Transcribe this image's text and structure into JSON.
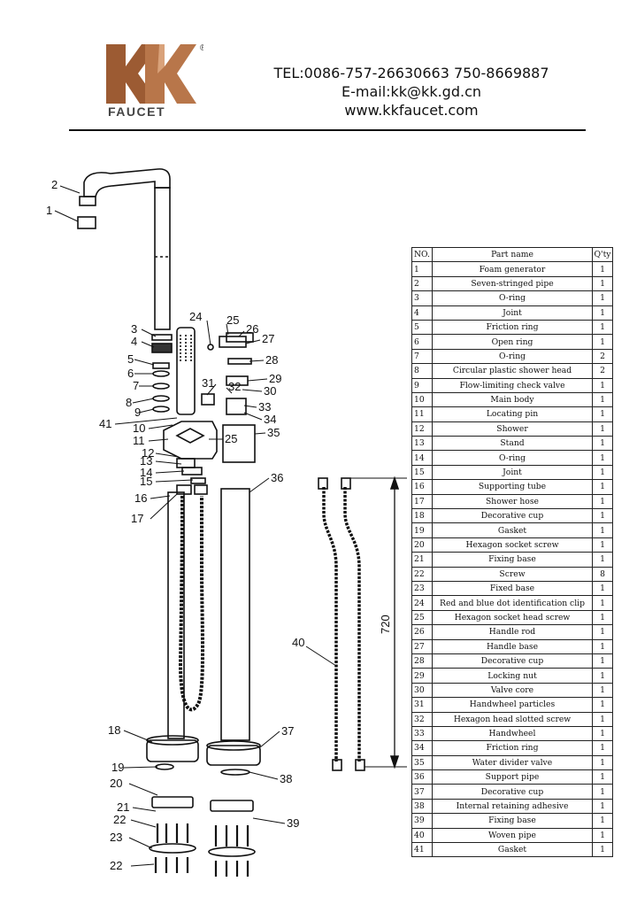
{
  "header": {
    "logo_text": "KK",
    "logo_registered": "®",
    "logo_word": "FAUCET",
    "tel": "TEL:0086-757-26630663 750-8669887",
    "email": "E-mail:kk@kk.gd.cn",
    "web": "www.kkfaucet.com"
  },
  "colors": {
    "logo_bronze": "#9c5b33",
    "logo_light": "#c98a5e",
    "ink": "#111111"
  },
  "drawing": {
    "callouts": [
      "1",
      "2",
      "3",
      "4",
      "5",
      "6",
      "7",
      "8",
      "9",
      "10",
      "11",
      "12",
      "13",
      "14",
      "15",
      "16",
      "17",
      "18",
      "19",
      "20",
      "21",
      "22",
      "23",
      "22",
      "24",
      "25",
      "26",
      "27",
      "28",
      "29",
      "30",
      "31",
      "32",
      "33",
      "34",
      "35",
      "25",
      "36",
      "37",
      "38",
      "39",
      "40",
      "41"
    ],
    "dimension": "720"
  },
  "table": {
    "headers": [
      "NO.",
      "Part name",
      "Q'ty"
    ],
    "rows": [
      [
        "1",
        "Foam generator",
        "1"
      ],
      [
        "2",
        "Seven-stringed pipe",
        "1"
      ],
      [
        "3",
        "O-ring",
        "1"
      ],
      [
        "4",
        "Joint",
        "1"
      ],
      [
        "5",
        "Friction ring",
        "1"
      ],
      [
        "6",
        "Open ring",
        "1"
      ],
      [
        "7",
        "O-ring",
        "2"
      ],
      [
        "8",
        "Circular plastic shower head",
        "2"
      ],
      [
        "9",
        "Flow-limiting check valve",
        "1"
      ],
      [
        "10",
        "Main body",
        "1"
      ],
      [
        "11",
        "Locating pin",
        "1"
      ],
      [
        "12",
        "Shower",
        "1"
      ],
      [
        "13",
        "Stand",
        "1"
      ],
      [
        "14",
        "O-ring",
        "1"
      ],
      [
        "15",
        "Joint",
        "1"
      ],
      [
        "16",
        "Supporting tube",
        "1"
      ],
      [
        "17",
        "Shower hose",
        "1"
      ],
      [
        "18",
        "Decorative cup",
        "1"
      ],
      [
        "19",
        "Gasket",
        "1"
      ],
      [
        "20",
        "Hexagon socket screw",
        "1"
      ],
      [
        "21",
        "Fixing base",
        "1"
      ],
      [
        "22",
        "Screw",
        "8"
      ],
      [
        "23",
        "Fixed base",
        "1"
      ],
      [
        "24",
        "Red and blue dot identification clip",
        "1"
      ],
      [
        "25",
        "Hexagon socket head screw",
        "1"
      ],
      [
        "26",
        "Handle rod",
        "1"
      ],
      [
        "27",
        "Handle base",
        "1"
      ],
      [
        "28",
        "Decorative cup",
        "1"
      ],
      [
        "29",
        "Locking nut",
        "1"
      ],
      [
        "30",
        "Valve core",
        "1"
      ],
      [
        "31",
        "Handwheel particles",
        "1"
      ],
      [
        "32",
        "Hexagon head slotted screw",
        "1"
      ],
      [
        "33",
        "Handwheel",
        "1"
      ],
      [
        "34",
        "Friction ring",
        "1"
      ],
      [
        "35",
        "Water divider valve",
        "1"
      ],
      [
        "36",
        "Support pipe",
        "1"
      ],
      [
        "37",
        "Decorative cup",
        "1"
      ],
      [
        "38",
        "Internal retaining adhesive",
        "1"
      ],
      [
        "39",
        "Fixing base",
        "1"
      ],
      [
        "40",
        "Woven pipe",
        "1"
      ],
      [
        "41",
        "Gasket",
        "1"
      ]
    ]
  }
}
